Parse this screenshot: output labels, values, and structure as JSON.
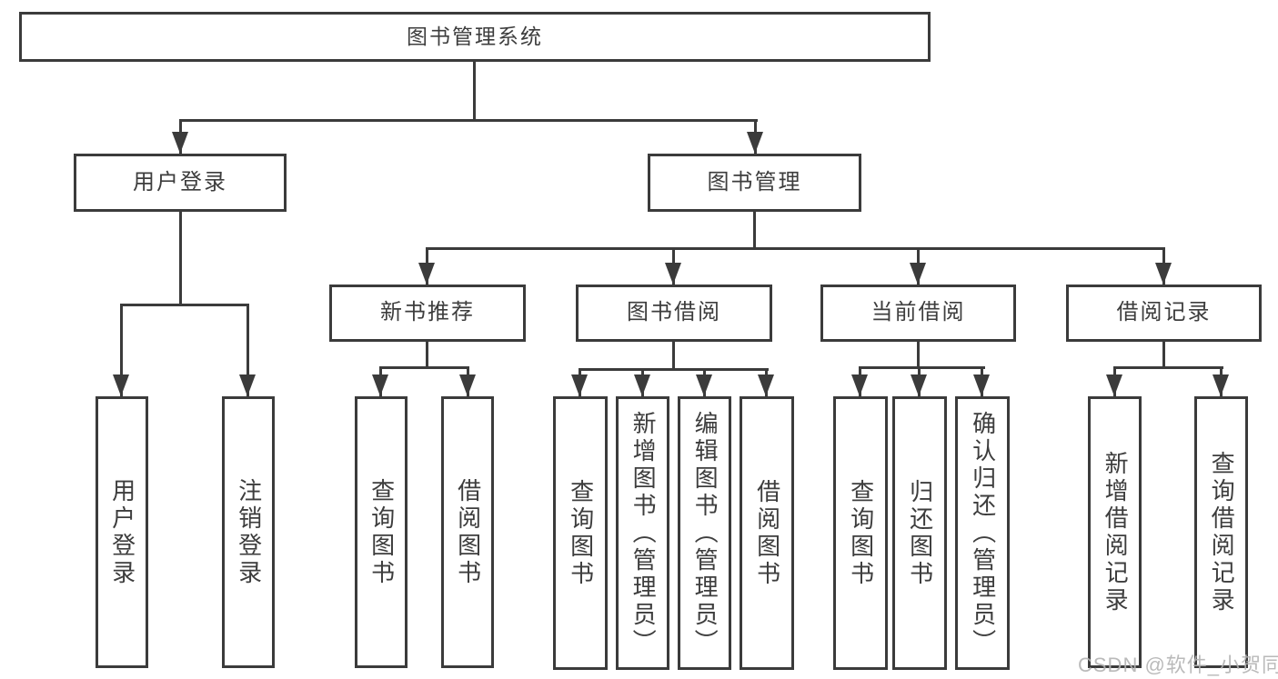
{
  "diagram": {
    "title": "图书管理系统",
    "colors": {
      "line": "#3b3b3b",
      "box_border": "#3b3b3b",
      "text": "#3d3d3d",
      "background": "#ffffff",
      "watermark": "#b2b2b2"
    },
    "nodes": {
      "root": {
        "label": "图书管理系统"
      },
      "user_login": {
        "label": "用户登录"
      },
      "book_mgmt": {
        "label": "图书管理"
      },
      "ul_login": {
        "label": "用户登录"
      },
      "ul_logout": {
        "label": "注销登录"
      },
      "new_book_rec": {
        "label": "新书推荐"
      },
      "book_borrow": {
        "label": "图书借阅"
      },
      "current_borrow": {
        "label": "当前借阅"
      },
      "borrow_records": {
        "label": "借阅记录"
      },
      "nbr_query": {
        "label": "查询图书"
      },
      "nbr_borrow": {
        "label": "借阅图书"
      },
      "bb_query": {
        "label": "查询图书"
      },
      "bb_add": {
        "label": "新增图书（管理员）"
      },
      "bb_edit": {
        "label": "编辑图书（管理员）"
      },
      "bb_borrow": {
        "label": "借阅图书"
      },
      "cb_query": {
        "label": "查询图书"
      },
      "cb_return": {
        "label": "归还图书"
      },
      "cb_confirm": {
        "label": "确认归还（管理员）"
      },
      "br_add": {
        "label": "新增借阅记录"
      },
      "br_query": {
        "label": "查询借阅记录"
      }
    },
    "structure": {
      "图书管理系统": {
        "用户登录": [
          "用户登录",
          "注销登录"
        ],
        "图书管理": {
          "新书推荐": [
            "查询图书",
            "借阅图书"
          ],
          "图书借阅": [
            "查询图书",
            "新增图书（管理员）",
            "编辑图书（管理员）",
            "借阅图书"
          ],
          "当前借阅": [
            "查询图书",
            "归还图书",
            "确认归还（管理员）"
          ],
          "借阅记录": [
            "新增借阅记录",
            "查询借阅记录"
          ]
        }
      }
    },
    "watermark": "CSDN @软件_小贺同学"
  }
}
